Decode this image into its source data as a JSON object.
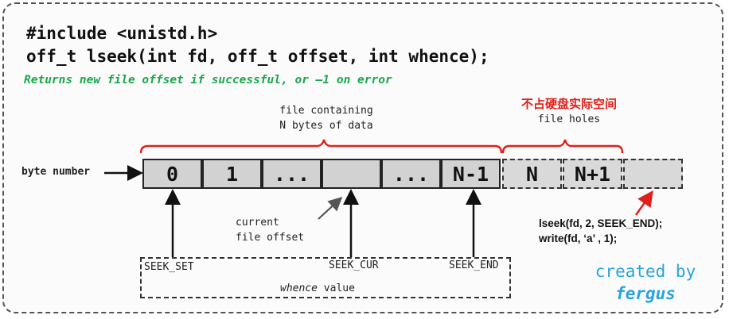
{
  "header": {
    "include_line": "#include <unistd.h>",
    "signature_line": "off_t lseek(int fd, off_t offset, int whence);",
    "return_note": "Returns new file offset if successful, or –1 on error"
  },
  "diagram": {
    "data_brace_label_line1": "file containing",
    "data_brace_label_line2": "N bytes of data",
    "holes_label_cn": "不占硬盘实际空间",
    "holes_label": "file holes",
    "byte_number_label": "byte number",
    "cells": [
      "0",
      "1",
      "...",
      "",
      "...",
      "N-1",
      "N",
      "N+1",
      ""
    ],
    "current_offset_line1": "current",
    "current_offset_line2": "file offset",
    "seek_set": "SEEK_SET",
    "seek_cur": "SEEK_CUR",
    "seek_end": "SEEK_END",
    "whence_word": "whence",
    "whence_suffix": " value",
    "code_line1": "lseek(fd, 2, SEEK_END);",
    "code_line2": "write(fd,  ‘a’ , 1);"
  },
  "credit": {
    "line1": "created by",
    "name": "fergus"
  },
  "colors": {
    "accent_green": "#1aa64a",
    "brace_red": "#e0201a",
    "credit_blue": "#27a3e0"
  }
}
